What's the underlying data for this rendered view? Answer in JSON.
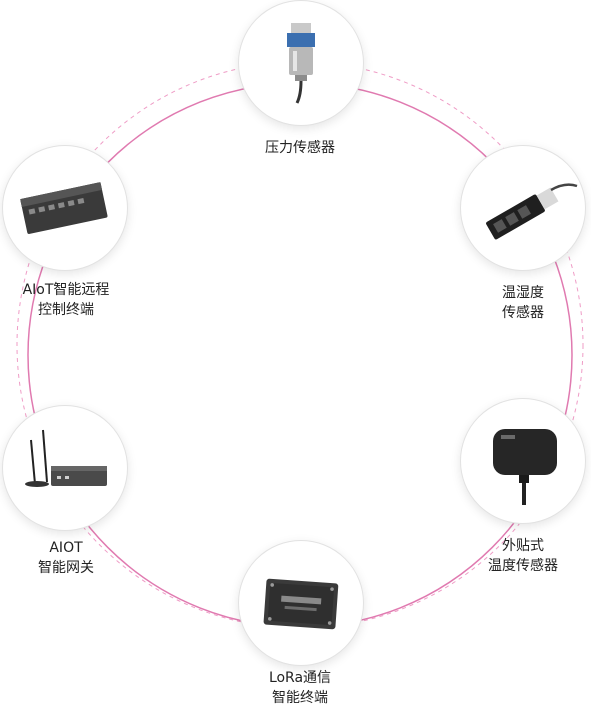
{
  "colors": {
    "ring": "#e07ab0",
    "ring_dashed": "#ef9cc6",
    "node_border": "#e2e2e2",
    "text": "#222222"
  },
  "devices": [
    {
      "icon": "pressure-sensor-icon",
      "lines": [
        "压力传感器"
      ]
    },
    {
      "icon": "temperature-humidity-probe-icon",
      "lines": [
        "温湿度",
        "传感器"
      ]
    },
    {
      "icon": "external-temperature-sensor-icon",
      "lines": [
        "外贴式",
        "温度传感器"
      ]
    },
    {
      "icon": "lora-module-icon",
      "lines": [
        "LoRa通信",
        "智能终端"
      ]
    },
    {
      "icon": "aiot-gateway-icon",
      "lines": [
        "AIOT",
        "智能网关"
      ]
    },
    {
      "icon": "remote-controller-icon",
      "lines": [
        "AIoT智能远程",
        "控制终端"
      ]
    }
  ]
}
